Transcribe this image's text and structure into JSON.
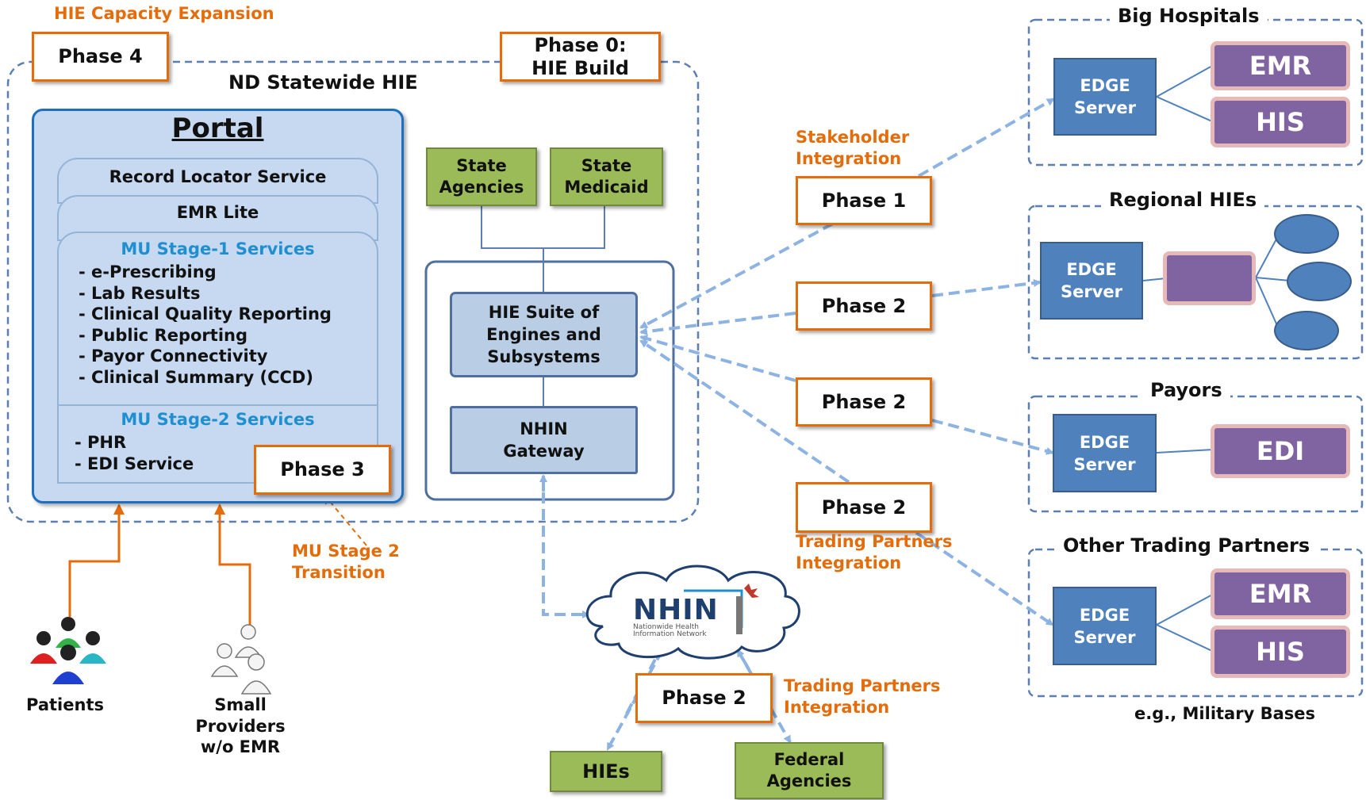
{
  "top_label": "HIE Capacity Expansion",
  "phase4": "Phase 4",
  "phase0": [
    "Phase 0:",
    "HIE Build"
  ],
  "hie_title": "ND Statewide HIE",
  "portal": {
    "title": "Portal",
    "record_locator": "Record Locator Service",
    "emr_lite": "EMR Lite",
    "mu1_title": "MU Stage-1 Services",
    "mu1_items": [
      "- e-Prescribing",
      "- Lab Results",
      "- Clinical Quality Reporting",
      "- Public Reporting",
      "- Payor Connectivity",
      "- Clinical Summary (CCD)"
    ],
    "mu2_title": "MU Stage-2 Services",
    "mu2_items": [
      "- PHR",
      "- EDI Service"
    ],
    "phase3": "Phase 3"
  },
  "state_agencies": [
    "State",
    "Agencies"
  ],
  "state_medicaid": [
    "State",
    "Medicaid"
  ],
  "hie_suite": [
    "HIE Suite of",
    "Engines and",
    "Subsystems"
  ],
  "nhin_gateway": [
    "NHIN",
    "Gateway"
  ],
  "stakeholder_label": [
    "Stakeholder",
    "Integration"
  ],
  "trading_label_right": [
    "Trading Partners",
    "Integration"
  ],
  "trading_label_bottom": [
    "Trading Partners",
    "Integration"
  ],
  "mu_transition": [
    "MU Stage 2",
    "Transition"
  ],
  "phases_right": [
    "Phase 1",
    "Phase 2",
    "Phase 2",
    "Phase 2"
  ],
  "phase_bottom": "Phase 2",
  "nhin": {
    "logo_text": "NHIN",
    "tagline": [
      "Nationwide Health",
      "Information Network"
    ]
  },
  "hies": "HIEs",
  "federal": [
    "Federal",
    "Agencies"
  ],
  "patients_label": "Patients",
  "small_providers": [
    "Small",
    "Providers",
    "w/o EMR"
  ],
  "groups": {
    "big_hospitals": {
      "title": "Big Hospitals",
      "edge": [
        "EDGE",
        "Server"
      ],
      "emr": "EMR",
      "his": "HIS"
    },
    "regional": {
      "title": "Regional HIEs",
      "edge": [
        "EDGE",
        "Server"
      ]
    },
    "payors": {
      "title": "Payors",
      "edge": [
        "EDGE",
        "Server"
      ],
      "edi": "EDI"
    },
    "other": {
      "title": "Other Trading Partners",
      "edge": [
        "EDGE",
        "Server"
      ],
      "emr": "EMR",
      "his": "HIS",
      "footnote": "e.g., Military Bases"
    }
  },
  "colors": {
    "orange": "#e46c0a",
    "green": "#9bbb59",
    "edge_blue": "#4f81bd",
    "purple": "#8064a2",
    "light_blue": "#b9cde5",
    "dash_blue": "#8db3e2"
  }
}
